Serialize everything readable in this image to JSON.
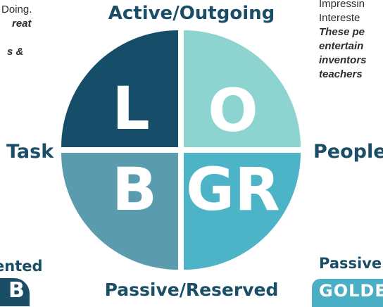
{
  "diagram": {
    "top_label": "Active/Outgoing",
    "bottom_label": "Passive/Reserved",
    "left_label": "Task",
    "right_label": "People",
    "bottom_left_label": "ented",
    "bottom_right_label": "Passive",
    "quadrants": [
      {
        "name": "top-left",
        "letter": "L",
        "color": "#164e6a"
      },
      {
        "name": "top-right",
        "letter": "O",
        "color": "#8dd4d0"
      },
      {
        "name": "bottom-left",
        "letter": "B",
        "color": "#5a9bad"
      },
      {
        "name": "bottom-right",
        "letter": "GR",
        "color": "#4db3c7"
      }
    ]
  },
  "left_panel": {
    "line1": "Doing.",
    "line2": "reat",
    "line3": "s &"
  },
  "right_panel": {
    "line1": "Impressin",
    "line2": "Intereste",
    "line3": "These pe",
    "line4": "entertain",
    "line5": "inventors",
    "line6": "teachers"
  },
  "badges": {
    "bottom_right": "GOLDEN",
    "bottom_left": "B"
  }
}
